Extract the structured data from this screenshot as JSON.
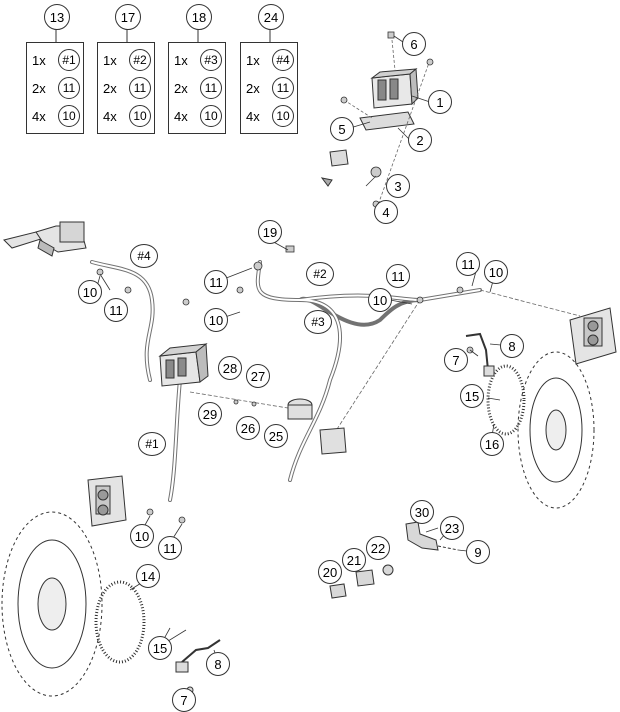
{
  "kits": [
    {
      "number": "13",
      "rows": [
        {
          "qty": "1x",
          "ref": "#1"
        },
        {
          "qty": "2x",
          "ref": "11"
        },
        {
          "qty": "4x",
          "ref": "10"
        }
      ]
    },
    {
      "number": "17",
      "rows": [
        {
          "qty": "1x",
          "ref": "#2"
        },
        {
          "qty": "2x",
          "ref": "11"
        },
        {
          "qty": "4x",
          "ref": "10"
        }
      ]
    },
    {
      "number": "18",
      "rows": [
        {
          "qty": "1x",
          "ref": "#3"
        },
        {
          "qty": "2x",
          "ref": "11"
        },
        {
          "qty": "4x",
          "ref": "10"
        }
      ]
    },
    {
      "number": "24",
      "rows": [
        {
          "qty": "1x",
          "ref": "#4"
        },
        {
          "qty": "2x",
          "ref": "11"
        },
        {
          "qty": "4x",
          "ref": "10"
        }
      ]
    }
  ],
  "callouts": [
    "6",
    "1",
    "5",
    "2",
    "3",
    "4",
    "19",
    "11",
    "10",
    "10",
    "11",
    "11",
    "10",
    "11",
    "10",
    "8",
    "7",
    "15",
    "16",
    "28",
    "27",
    "29",
    "26",
    "25",
    "10",
    "11",
    "14",
    "15",
    "8",
    "7",
    "30",
    "23",
    "9",
    "22",
    "21",
    "20"
  ],
  "line_labels": [
    "#4",
    "#2",
    "#3",
    "#1"
  ]
}
